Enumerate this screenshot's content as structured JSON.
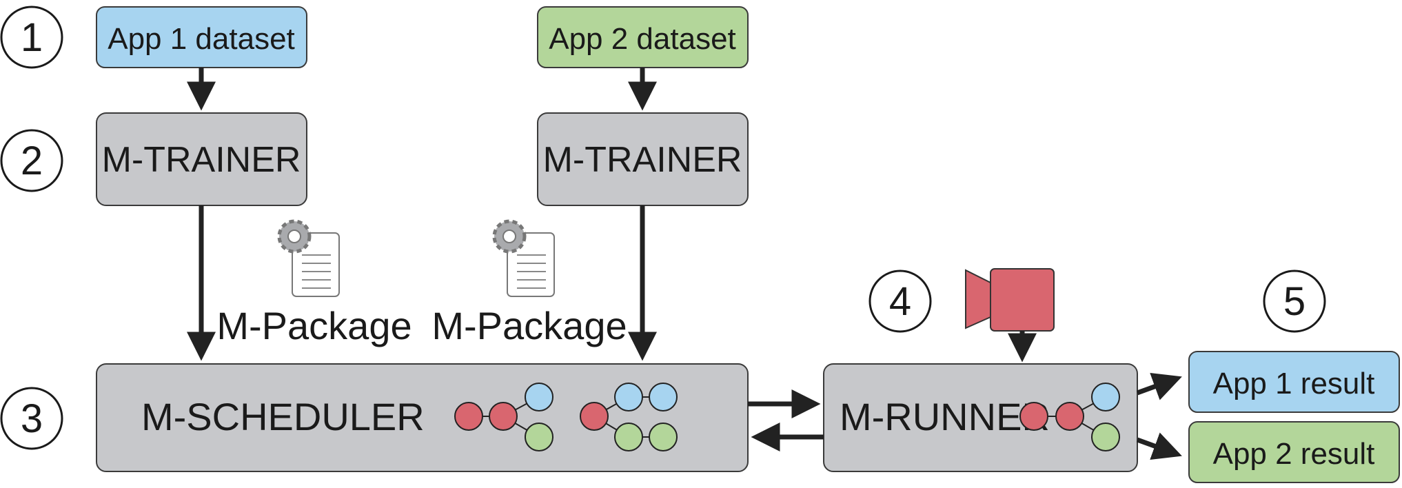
{
  "steps": {
    "one": "1",
    "two": "2",
    "three": "3",
    "four": "4",
    "five": "5"
  },
  "app1_dataset": "App 1 dataset",
  "app2_dataset": "App 2 dataset",
  "trainer1": "M-TRAINER",
  "trainer2": "M-TRAINER",
  "package1": "M-Package",
  "package2": "M-Package",
  "scheduler": "M-SCHEDULER",
  "runner": "M-RUNNER",
  "app1_result": "App 1 result",
  "app2_result": "App 2 result",
  "colors": {
    "blue": "#a7d4f0",
    "green": "#b3d69a",
    "gray": "#c7c8cb",
    "red": "#d9666f",
    "border": "#3a3a3a"
  },
  "icons": {
    "package": "gear-document-icon",
    "camera": "video-camera-icon",
    "graph": "node-graph-icon"
  }
}
